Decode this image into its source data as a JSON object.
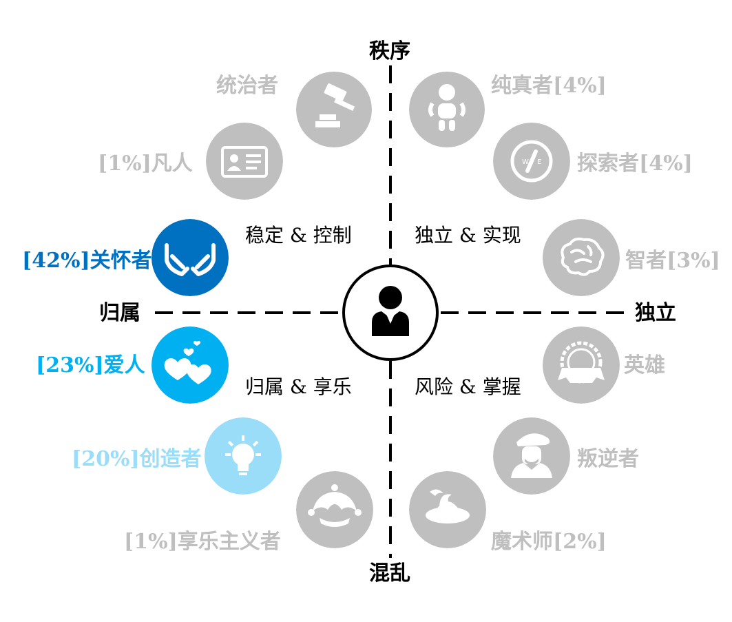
{
  "axes": {
    "top": "秩序",
    "bottom": "混乱",
    "left": "归属",
    "right": "独立"
  },
  "quadrants": {
    "top_left": "稳定 & 控制",
    "top_right": "独立 & 实现",
    "bottom_left": "归属 & 享乐",
    "bottom_right": "风险 & 掌握"
  },
  "colors": {
    "gray": "#bfbfbf",
    "label_gray": "#bfbfbf",
    "caregiver": "#0070c0",
    "lover": "#00b0f0",
    "creator": "#99ddf8"
  },
  "archetypes": [
    {
      "id": "ruler",
      "label": "统治者",
      "icon": "gavel-icon",
      "color": "#bfbfbf"
    },
    {
      "id": "everyman",
      "label": "[1%]凡人",
      "icon": "id-card-icon",
      "color": "#bfbfbf"
    },
    {
      "id": "caregiver",
      "label": "[42%]关怀者",
      "icon": "caring-hands-icon",
      "color": "#0070c0"
    },
    {
      "id": "lover",
      "label": "[23%]爱人",
      "icon": "hearts-icon",
      "color": "#00b0f0"
    },
    {
      "id": "creator",
      "label": "[20%]创造者",
      "icon": "lightbulb-icon",
      "color": "#99ddf8"
    },
    {
      "id": "jester",
      "label": "[1%]享乐主义者",
      "icon": "jester-hat-icon",
      "color": "#bfbfbf"
    },
    {
      "id": "innocent",
      "label": "纯真者[4%]",
      "icon": "baby-icon",
      "color": "#bfbfbf"
    },
    {
      "id": "explorer",
      "label": "探索者[4%]",
      "icon": "compass-icon",
      "color": "#bfbfbf"
    },
    {
      "id": "sage",
      "label": "智者[3%]",
      "icon": "brain-icon",
      "color": "#bfbfbf"
    },
    {
      "id": "hero",
      "label": "英雄",
      "icon": "badge-icon",
      "color": "#bfbfbf"
    },
    {
      "id": "outlaw",
      "label": "叛逆者",
      "icon": "rebel-icon",
      "color": "#bfbfbf"
    },
    {
      "id": "magician",
      "label": "魔术师[2%]",
      "icon": "wizard-hat-icon",
      "color": "#bfbfbf"
    }
  ]
}
